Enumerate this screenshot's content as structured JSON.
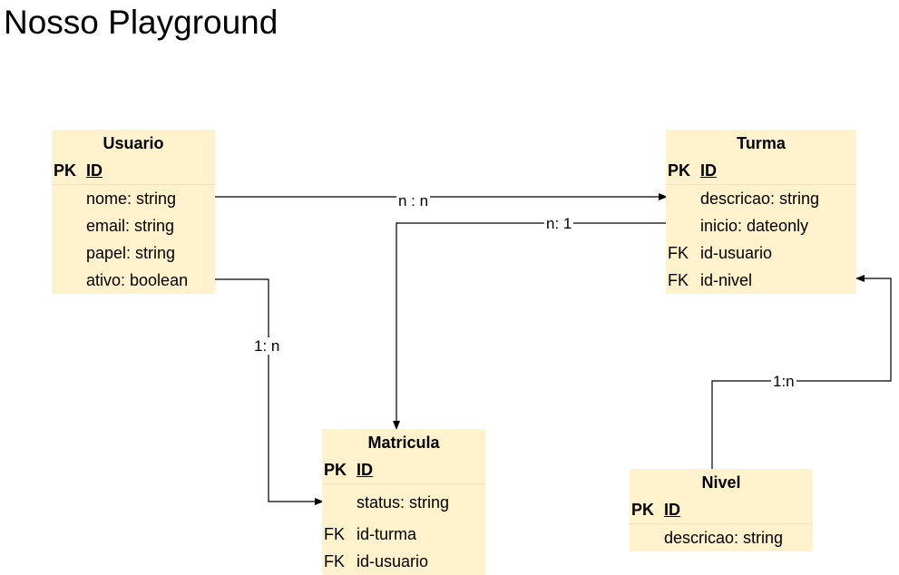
{
  "title": "Nosso Playground",
  "entities": {
    "usuario": {
      "name": "Usuario",
      "pk": {
        "key": "PK",
        "field": "ID"
      },
      "fields": [
        {
          "key": "",
          "name": "nome: string"
        },
        {
          "key": "",
          "name": "email: string"
        },
        {
          "key": "",
          "name": "papel: string"
        },
        {
          "key": "",
          "name": "ativo: boolean"
        }
      ]
    },
    "turma": {
      "name": "Turma",
      "pk": {
        "key": "PK",
        "field": "ID"
      },
      "fields": [
        {
          "key": "",
          "name": "descricao: string"
        },
        {
          "key": "",
          "name": "inicio: dateonly"
        },
        {
          "key": "FK",
          "name": "id-usuario"
        },
        {
          "key": "FK",
          "name": "id-nivel"
        }
      ]
    },
    "matricula": {
      "name": "Matricula",
      "pk": {
        "key": "PK",
        "field": "ID"
      },
      "fields": [
        {
          "key": "",
          "name": "status: string"
        },
        {
          "key": "FK",
          "name": "id-turma"
        },
        {
          "key": "FK",
          "name": "id-usuario"
        }
      ]
    },
    "nivel": {
      "name": "Nivel",
      "pk": {
        "key": "PK",
        "field": "ID"
      },
      "fields": [
        {
          "key": "",
          "name": "descricao: string"
        }
      ]
    }
  },
  "relations": {
    "usuario_turma": "n : n",
    "turma_matricula": "n: 1",
    "usuario_matricula": "1: n",
    "nivel_turma": "1:n"
  },
  "colors": {
    "entity_fill": "#fff2cc",
    "line": "#000000"
  }
}
